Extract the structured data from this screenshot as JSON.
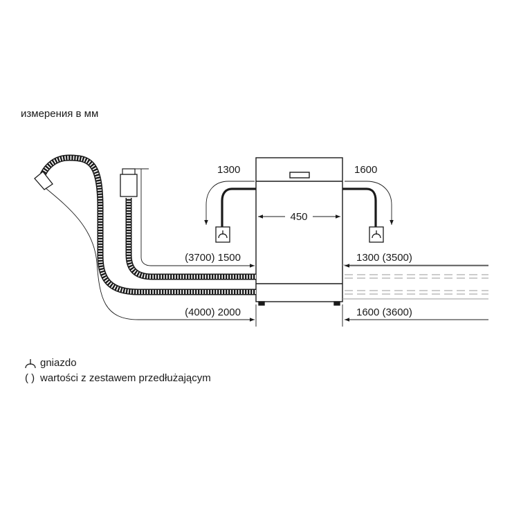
{
  "header": {
    "units_note": "измерения в мм"
  },
  "dimensions": {
    "cable_left": "1300",
    "cable_right": "1600",
    "width": "450",
    "inlet_hose_left": "(3700) 1500",
    "inlet_hose_right": "1300 (3500)",
    "drain_hose_left": "(4000) 2000",
    "drain_hose_right": "1600 (3600)"
  },
  "legend": {
    "socket_label": "gniazdo",
    "extension_symbol": "( )",
    "extension_label": "wartości z zestawem przedłużającym"
  },
  "icons": {
    "socket": "socket-icon",
    "faucet": "water-tap-icon"
  },
  "colors": {
    "line": "#1a1a1a",
    "hose_fill": "#ffffff",
    "grid": "#9a9a9a"
  }
}
